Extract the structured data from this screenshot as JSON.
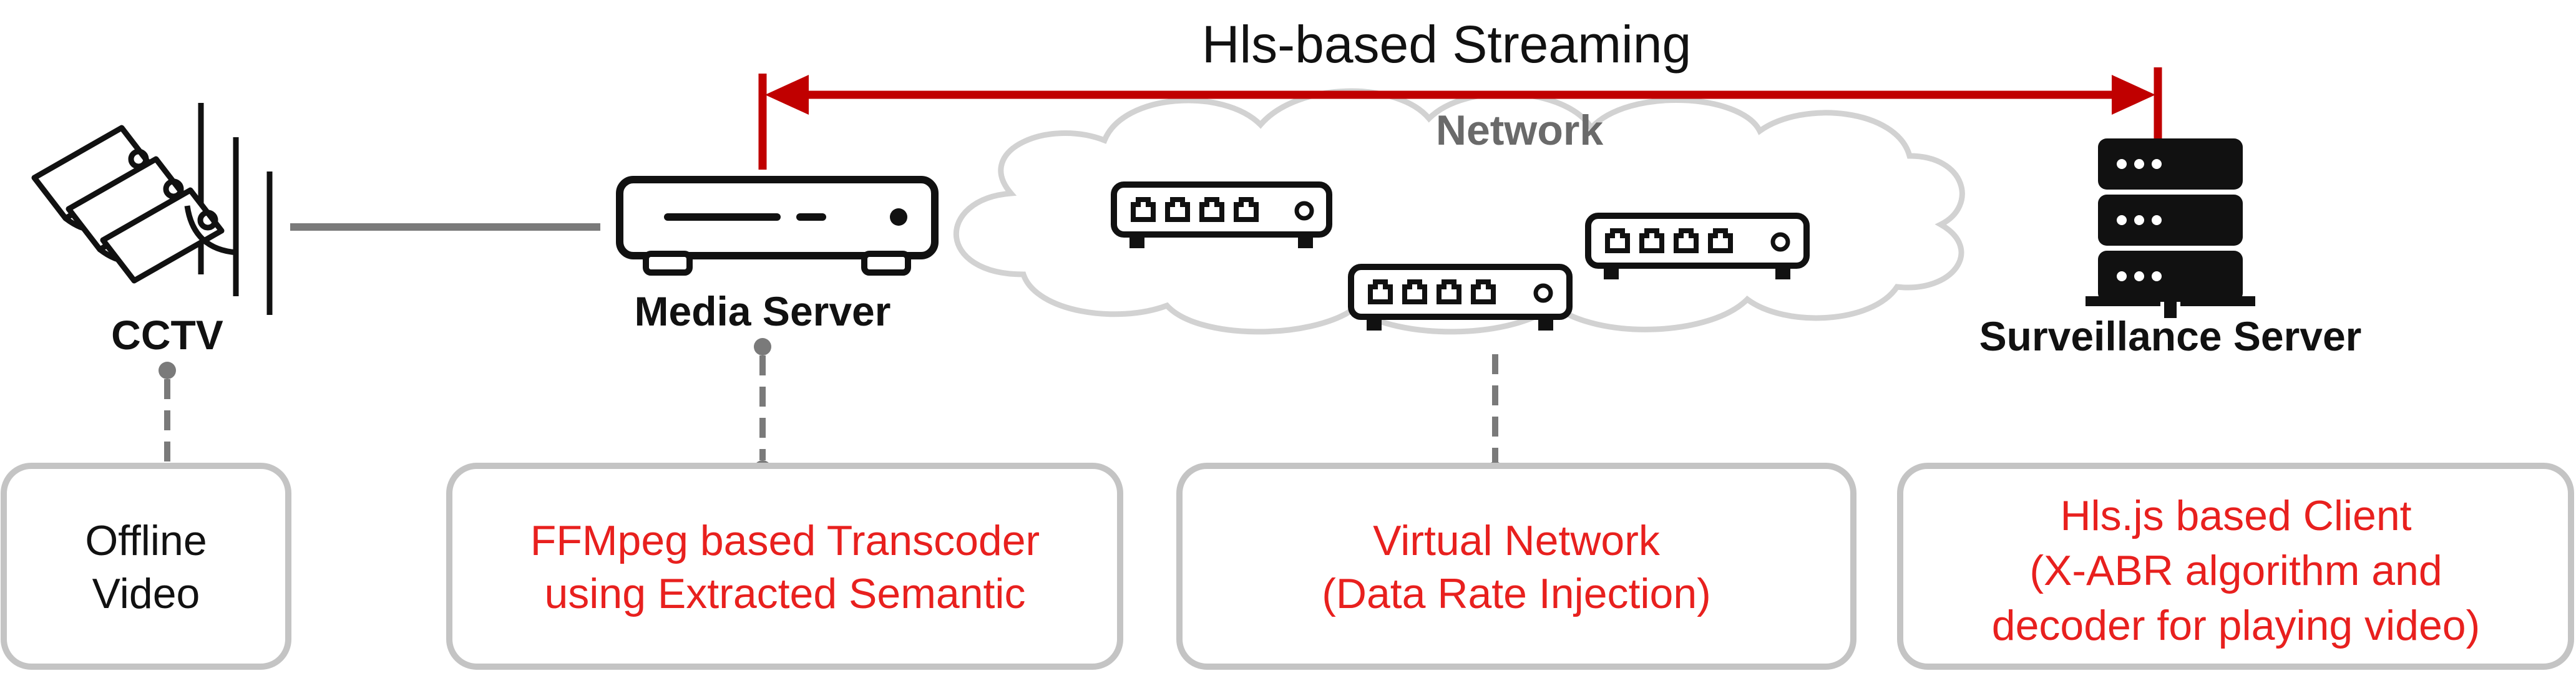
{
  "streaming_label": "Hls-based Streaming",
  "network_label": "Network",
  "nodes": {
    "cctv": "CCTV",
    "media_server": "Media Server",
    "surveillance_server": "Surveillance Server"
  },
  "boxes": {
    "offline_video": {
      "lines": [
        "Offline",
        "Video"
      ]
    },
    "transcoder": {
      "lines": [
        "FFMpeg based Transcoder",
        "using Extracted Semantic"
      ]
    },
    "virtual_network": {
      "lines": [
        "Virtual Network",
        "(Data Rate Injection)"
      ]
    },
    "client": {
      "lines": [
        "Hls.js based Client",
        "(X-ABR algorithm and",
        "decoder for playing video)"
      ]
    }
  },
  "colors": {
    "accent_red": "#c00000",
    "box_text_red": "#e8201e",
    "border_gray": "#c4c4c4",
    "connector_gray": "#7a7a7a",
    "cloud_gray": "#d2d2d2",
    "icon_black": "#111111"
  }
}
